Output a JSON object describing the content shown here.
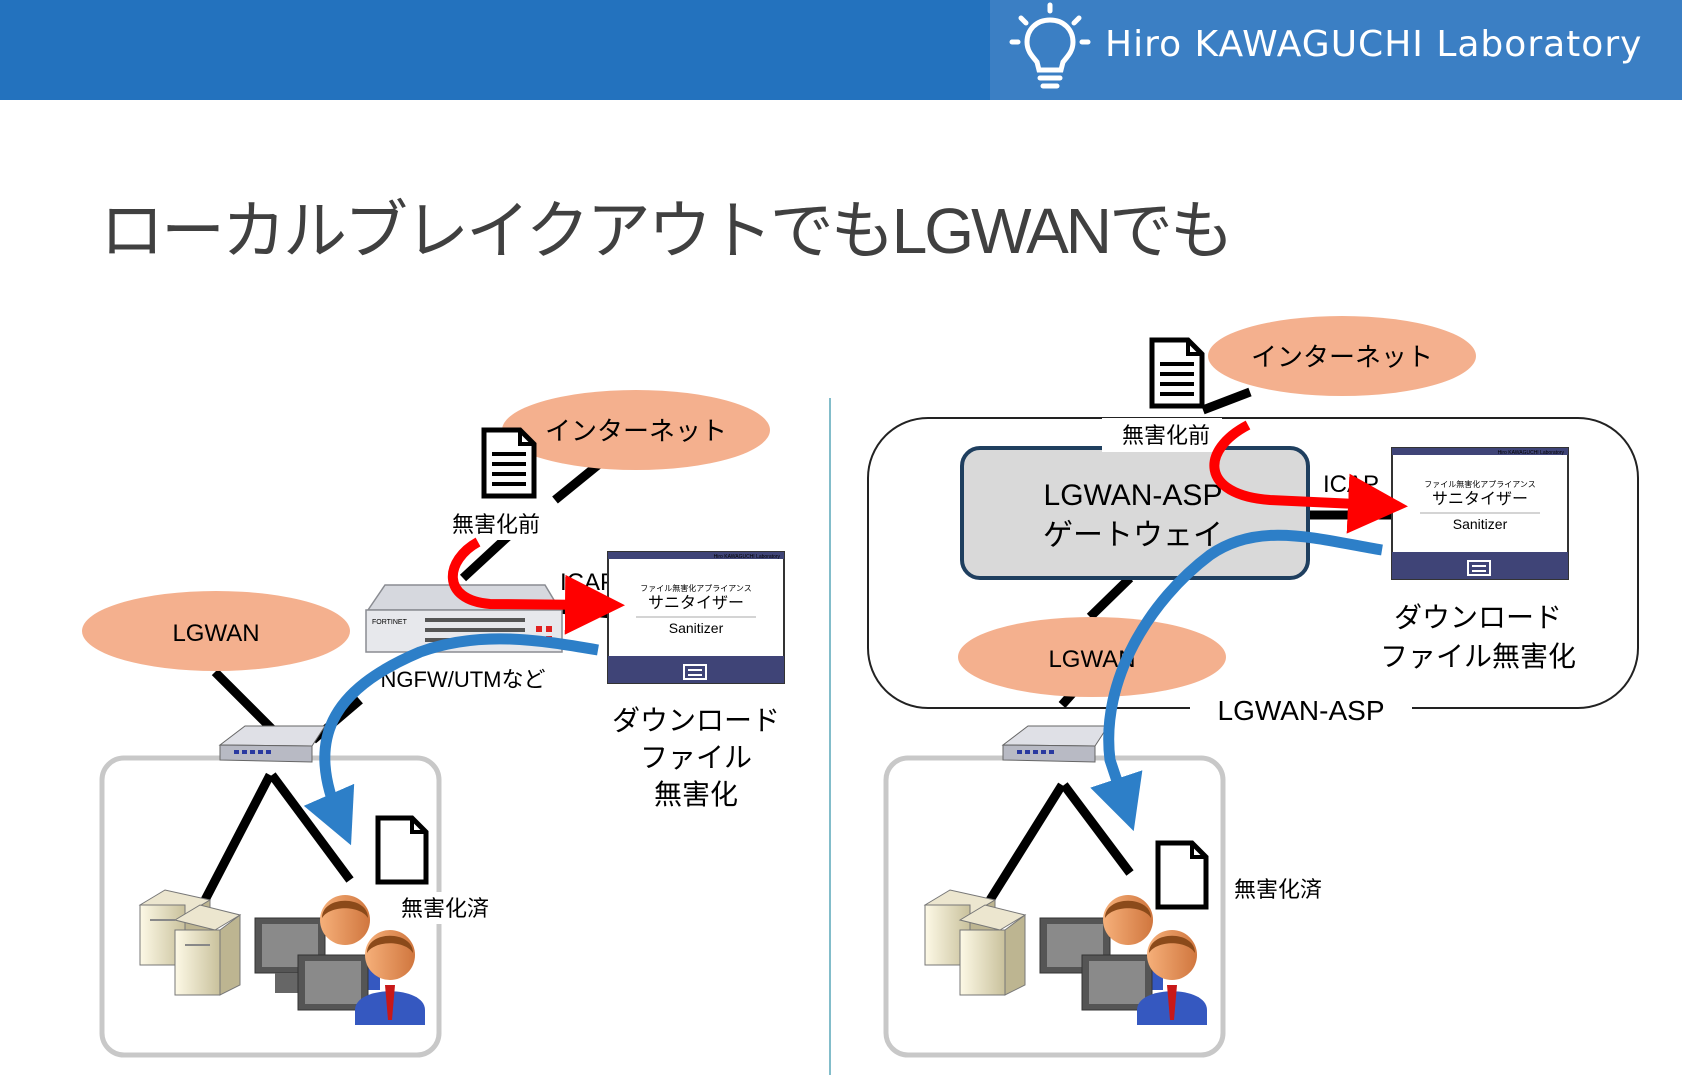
{
  "header": {
    "brand_text": "Hiro KAWAGUCHI Laboratory",
    "bar_color": "#2372be",
    "brand_box_color": "#3b7fc4",
    "icon": "lightbulb-icon"
  },
  "slide": {
    "title": "ローカルブレイクアウトでもLGWANでも"
  },
  "left_diagram": {
    "internet_label": "インターネット",
    "lgwan_label": "LGWAN",
    "before_label": "無害化前",
    "icap_label": "ICAP",
    "firewall_label": "NGFW/UTMなど",
    "firewall_brand": "FORTINET",
    "sanitizer_header": "Hiro KAWAGUCHI Laboratory",
    "sanitizer_small": "ファイル無害化アプライアンス",
    "sanitizer_title": "サニタイザー",
    "sanitizer_sub": "Sanitizer",
    "download_line1": "ダウンロード",
    "download_line2": "ファイル",
    "download_line3": "無害化",
    "done_label": "無害化済"
  },
  "right_diagram": {
    "internet_label": "インターネット",
    "lgwan_label": "LGWAN",
    "before_label": "無害化前",
    "icap_label": "ICAP",
    "gateway_line1": "LGWAN-ASP",
    "gateway_line2": "ゲートウェイ",
    "asp_label": "LGWAN-ASP",
    "sanitizer_header": "Hiro KAWAGUCHI Laboratory",
    "sanitizer_small": "ファイル無害化アプライアンス",
    "sanitizer_title": "サニタイザー",
    "sanitizer_sub": "Sanitizer",
    "download_line1": "ダウンロード",
    "download_line2": "ファイル無害化",
    "done_label": "無害化済"
  },
  "colors": {
    "cloud_fill": "#f4b08e",
    "red_arrow": "#ff0000",
    "blue_arrow": "#2d7fc8",
    "divider": "#5aa7b8",
    "sanitizer_bar": "#3f4477"
  }
}
